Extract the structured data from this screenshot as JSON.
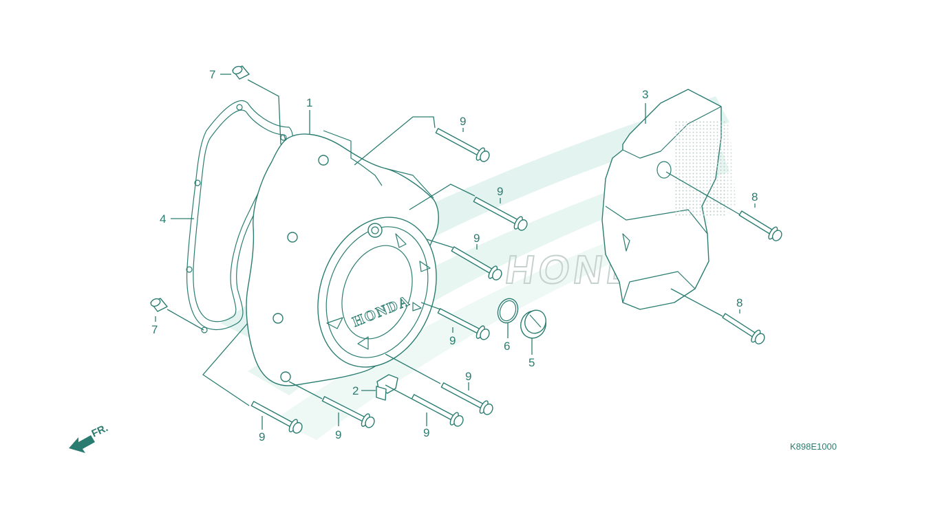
{
  "diagram": {
    "callouts": {
      "c1": "1",
      "c2": "2",
      "c3": "3",
      "c4": "4",
      "c5": "5",
      "c6": "6",
      "c7a": "7",
      "c7b": "7",
      "c8a": "8",
      "c8b": "8",
      "c9a": "9",
      "c9b": "9",
      "c9c": "9",
      "c9d": "9",
      "c9e": "9",
      "c9f": "9",
      "c9g": "9",
      "c9h": "9"
    },
    "cover_emblem": "HONDA",
    "watermark": "HONDA",
    "front_marker": "FR.",
    "diagram_code": "K898E1000"
  },
  "colors": {
    "line": "#2a7c70",
    "watermark": "#d8efe9",
    "dots": "#b9c9c5"
  }
}
